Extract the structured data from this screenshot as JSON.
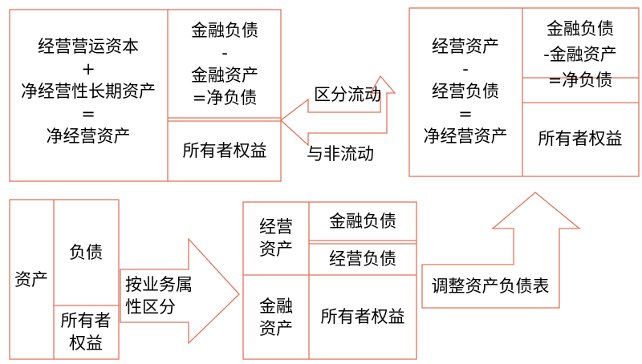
{
  "colors": {
    "line": "#e2735a",
    "text": "#000000",
    "background": "#ffffff"
  },
  "top_left_box": {
    "left_text": [
      "经营营运资本",
      "+",
      "净经营性长期资产",
      "=",
      "净经营资产"
    ],
    "right_top_text": [
      "金融负债",
      "-",
      "金融资产",
      "=净负债"
    ],
    "right_bottom_text": "所有者权益"
  },
  "middle_arrow": {
    "top_label": "区分流动",
    "bottom_label": "与非流动"
  },
  "top_right_box": {
    "left_text": [
      "经营资产",
      "-",
      "经营负债",
      "=",
      "净经营资产"
    ],
    "right_top_text": [
      "金融负债",
      "-金融资产",
      "=净负债"
    ],
    "right_bottom_text": "所有者权益"
  },
  "bottom_left_box": {
    "left_label": "资产",
    "right_top_label": "负债",
    "right_bottom_label": [
      "所有者",
      "权益"
    ]
  },
  "right_arrow_label": [
    "按业务属",
    "性区分"
  ],
  "bottom_middle_box": {
    "top_left_label": [
      "经营",
      "资产"
    ],
    "bottom_left_label": [
      "金融",
      "资产"
    ],
    "right_row1": "金融负债",
    "right_row2": "经营负债",
    "right_row3": "所有者权益"
  },
  "up_arrow_label": "调整资产负债表"
}
